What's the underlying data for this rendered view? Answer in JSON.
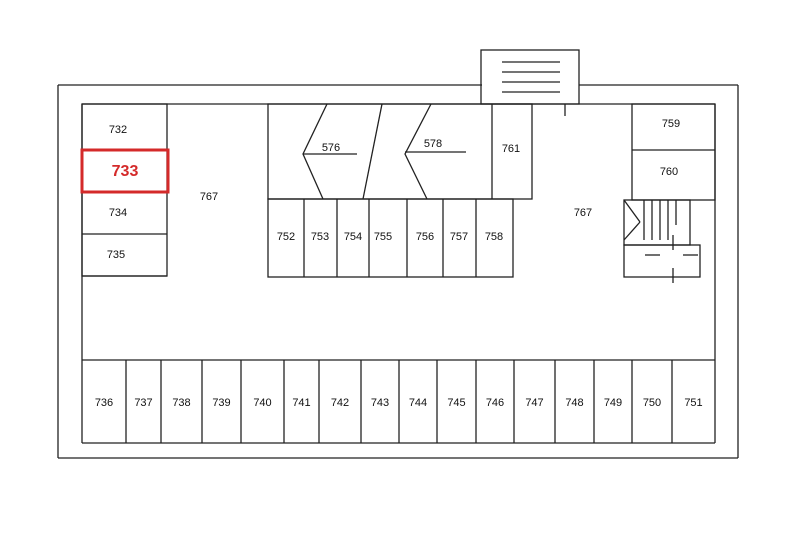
{
  "highlight": {
    "label": "733",
    "color": "#d42a2a"
  },
  "left_column": [
    "732",
    "734",
    "735"
  ],
  "common_area": [
    "767",
    "767"
  ],
  "angled_units": [
    "576",
    "578"
  ],
  "unit_761": "761",
  "middle_row": [
    "752",
    "753",
    "754",
    "755",
    "756",
    "757",
    "758"
  ],
  "right_units": [
    "759",
    "760"
  ],
  "bottom_row": [
    "736",
    "737",
    "738",
    "739",
    "740",
    "741",
    "742",
    "743",
    "744",
    "745",
    "746",
    "747",
    "748",
    "749",
    "750",
    "751"
  ]
}
